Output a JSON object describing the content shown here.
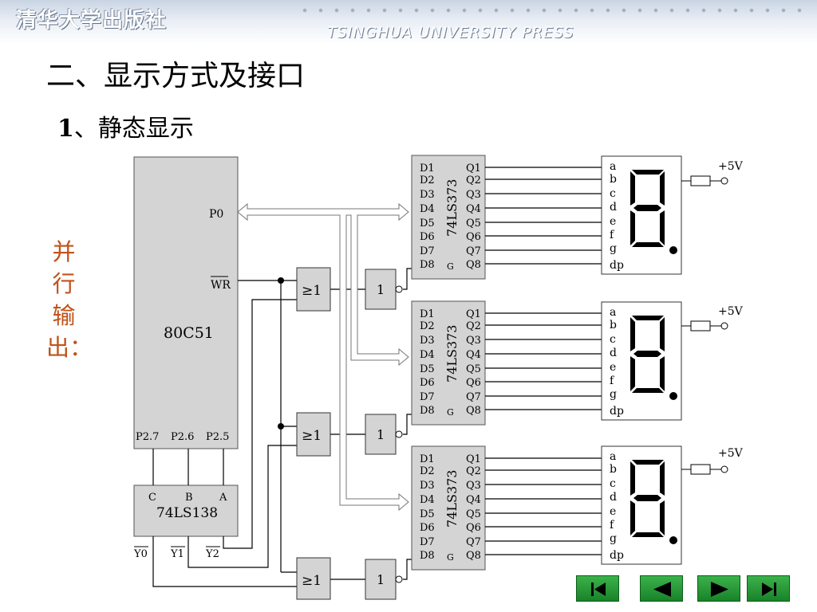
{
  "header": {
    "brand_cn": "清华大学出版社",
    "brand_en": "TSINGHUA UNIVERSITY PRESS"
  },
  "title": "二、显示方式及接口",
  "subtitle": {
    "num": "1",
    "text": "、静态显示"
  },
  "side_label": [
    "并",
    "行",
    "输",
    "出："
  ],
  "mcu": {
    "name": "80C51",
    "p0": "P0",
    "wr": "WR",
    "p27": "P2.7",
    "p26": "P2.6",
    "p25": "P2.5"
  },
  "decoder": {
    "name": "74LS138",
    "c": "C",
    "b": "B",
    "a": "A",
    "y0": "Y0",
    "y1": "Y1",
    "y2": "Y2"
  },
  "or_gate_label": "≥1",
  "not_gate_label": "1",
  "latch": {
    "name": "74LS373",
    "d_pins": [
      "D1",
      "D2",
      "D3",
      "D4",
      "D5",
      "D6",
      "D7",
      "D8"
    ],
    "q_pins": [
      "Q1",
      "Q2",
      "Q3",
      "Q4",
      "Q5",
      "Q6",
      "Q7",
      "Q8"
    ],
    "g_pin": "G"
  },
  "display": {
    "segments": [
      "a",
      "b",
      "c",
      "d",
      "e",
      "f",
      "g",
      "dp"
    ],
    "power": "+5V"
  },
  "nav_buttons": [
    "first-page",
    "previous-page",
    "next-page",
    "last-page"
  ],
  "colors": {
    "accent": "#c0531a",
    "chip_fill": "#d4d4d4",
    "nav_green": "#22963a",
    "wire": "#000000"
  }
}
